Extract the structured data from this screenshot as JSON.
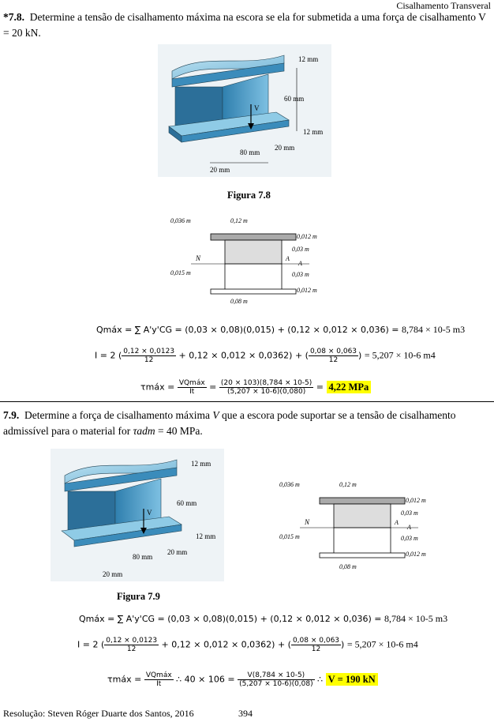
{
  "header": "Cisalhamento Transveral",
  "p78": {
    "num": "*7.8.",
    "text": "Determine a tensão de cisalhamento máxima na escora se ela for submetida a uma força de cisalhamento V = 20 kN.",
    "figure_caption": "Figura 7.8",
    "fig_labels": {
      "t12": "12 mm",
      "h60": "60 mm",
      "b12": "12 mm",
      "w20": "20 mm",
      "w80": "80 mm",
      "bot20": "20 mm",
      "V": "V"
    },
    "sketch": {
      "dq": "0,036 m",
      "top": "0,12 m",
      "f1": "0,012 m",
      "w1": "0,03 m",
      "w2": "0,03 m",
      "f2": "0,012 m",
      "bot": "0,08 m",
      "dz": "0,015 m",
      "N": "N",
      "A1": "A",
      "A2": "A"
    },
    "eq_Q": {
      "lhs": "Qmáx = ∑ A'y'CG = (0,03 × 0,08)(0,015) + (0,12 × 0,012 × 0,036) =",
      "rhs": "8,784 × 10-5 m3"
    },
    "eq_I": {
      "lhs": "I = 2",
      "f1n": "0,12 × 0,0123",
      "f1d": "12",
      "mid": "+ 0,12 × 0,012 × 0,0362",
      "f2n": "0,08 × 0,063",
      "f2d": "12",
      "rhs": "= 5,207 × 10-6 m4"
    },
    "eq_t": {
      "lhs": "τmáx =",
      "f1n": "VQmáx",
      "f1d": "It",
      "eq": "=",
      "f2n": "(20 × 103)(8,784 × 10-5)",
      "f2d": "(5,207 × 10-6)(0,080)",
      "eq2": "=",
      "result": "4,22 MPa"
    }
  },
  "p79": {
    "num": "7.9.",
    "text1": "Determine a força de cisalhamento máxima",
    "V": "V",
    "text2": "que a escora pode suportar se a tensão de cisalhamento admissível para o material for",
    "tau": "τadm",
    "text3": "= 40 MPa.",
    "figure_caption": "Figura 7.9",
    "eq_Q": {
      "lhs": "Qmáx = ∑ A'y'CG = (0,03 × 0,08)(0,015) + (0,12 × 0,012 × 0,036) =",
      "rhs": "8,784 × 10-5 m3"
    },
    "eq_I": {
      "lhs": "I = 2",
      "f1n": "0,12 × 0,0123",
      "f1d": "12",
      "mid": "+ 0,12 × 0,012 × 0,0362",
      "f2n": "0,08 × 0,063",
      "f2d": "12",
      "rhs": "= 5,207 × 10-6 m4"
    },
    "eq_t": {
      "lhs": "τmáx =",
      "f1n": "VQmáx",
      "f1d": "It",
      "sep1": "∴   40 × 106 =",
      "f2n": "V(8,784 × 10-5)",
      "f2d": "(5,207 × 10-6)(0,08)",
      "sep2": "∴",
      "result": "V = 190 kN"
    }
  },
  "footer": {
    "left": "Resolução: Steven Róger Duarte dos Santos, 2016",
    "page": "394"
  }
}
